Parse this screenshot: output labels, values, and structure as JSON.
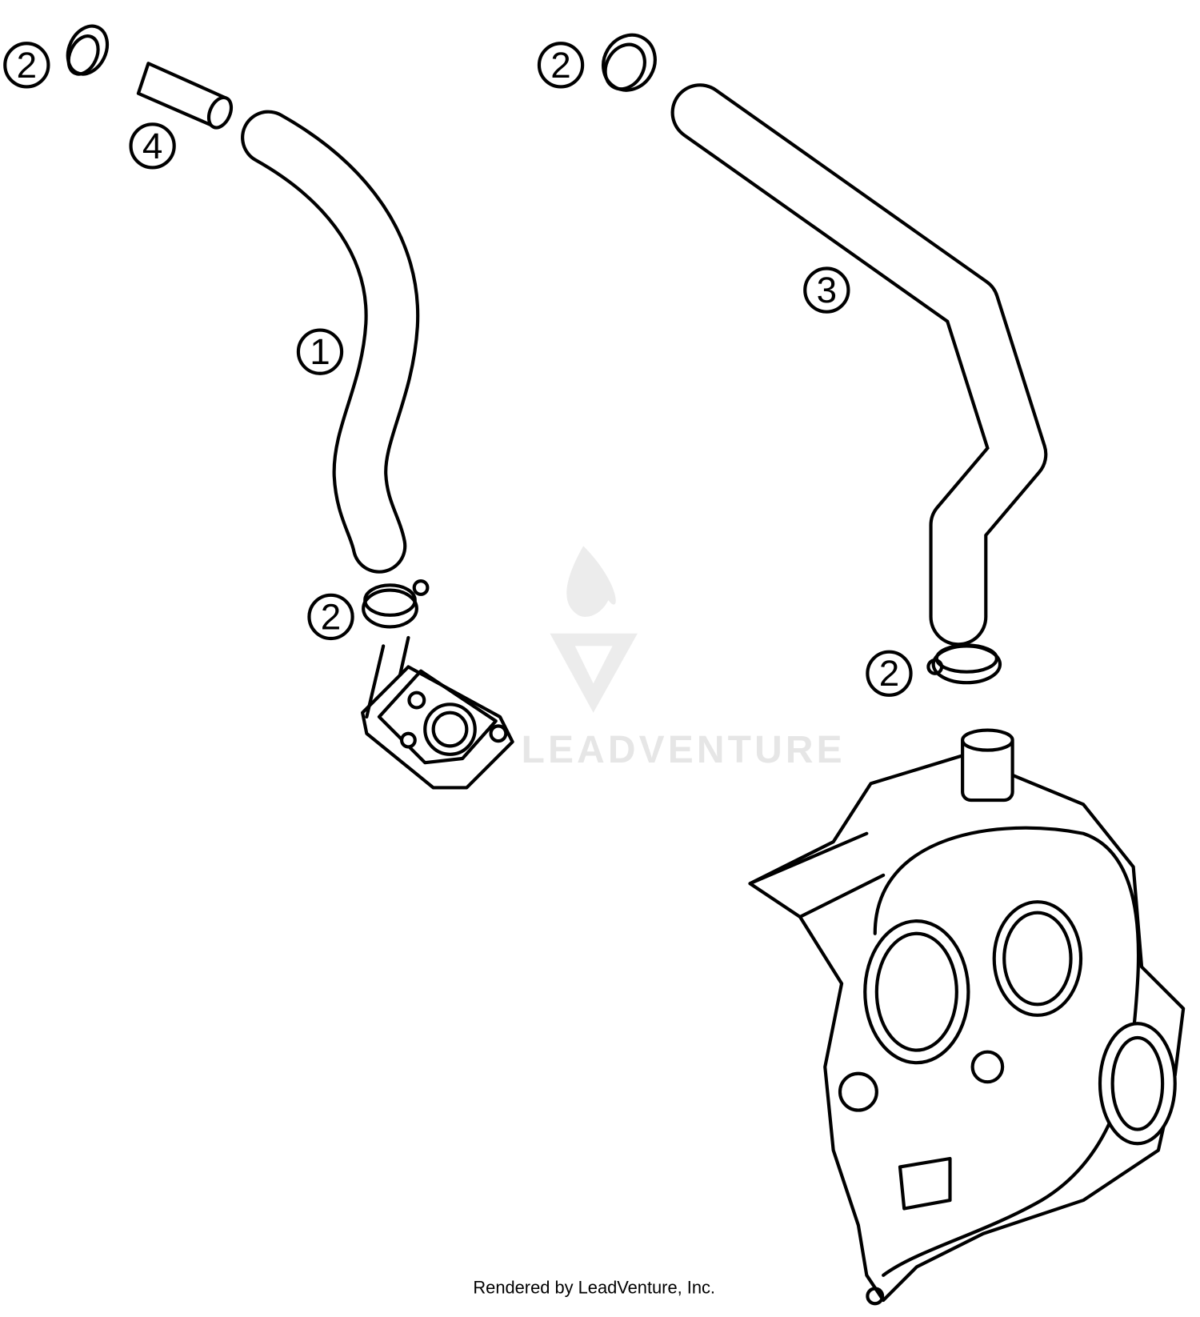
{
  "diagram": {
    "callouts": [
      {
        "id": "c2a",
        "label": "2"
      },
      {
        "id": "c4",
        "label": "4"
      },
      {
        "id": "c1",
        "label": "1"
      },
      {
        "id": "c2b",
        "label": "2"
      },
      {
        "id": "c2c",
        "label": "2"
      },
      {
        "id": "c3",
        "label": "3"
      },
      {
        "id": "c2d",
        "label": "2"
      }
    ],
    "watermark": {
      "text": "LEADVENTURE",
      "color": "#e6e6e6"
    },
    "footer": "Rendered by LeadVenture, Inc."
  }
}
